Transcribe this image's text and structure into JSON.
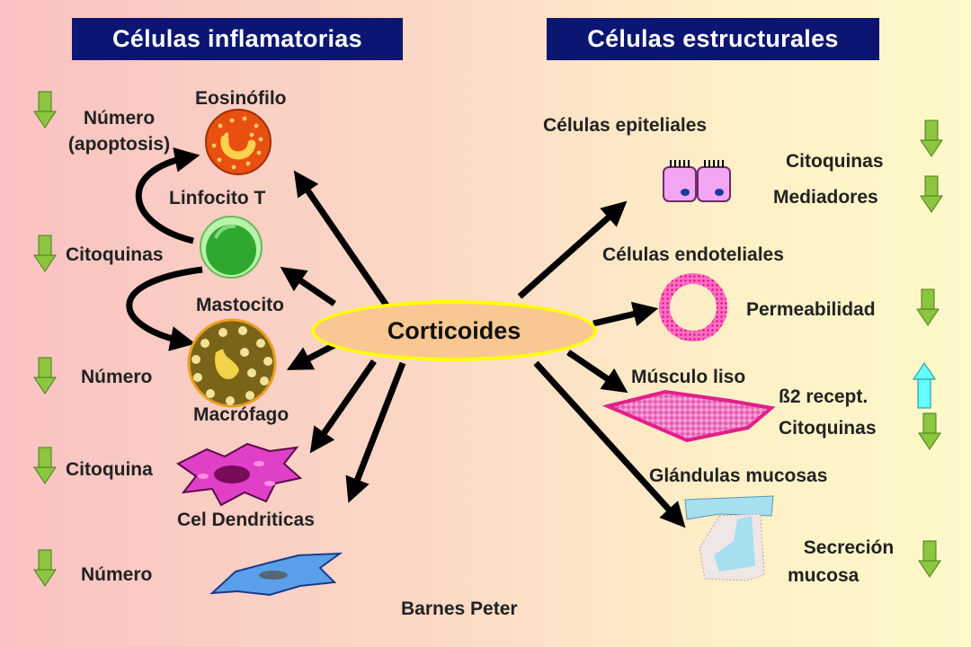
{
  "headers": {
    "left": "Células inflamatorias",
    "right": "Células estructurales"
  },
  "center_label": "Corticoides",
  "left_cells": {
    "eosinophil": "Eosinófilo",
    "lymphocyte": "Linfocito T",
    "mast_cell": "Mastocito",
    "macrophage": "Macrófago",
    "dendritic": "Cel Dendriticas"
  },
  "left_effects": {
    "e1_line1": "Número",
    "e1_line2": "(apoptosis)",
    "e2": "Citoquinas",
    "e3": "Número",
    "e4": "Citoquina",
    "e5": "Número"
  },
  "right_cells": {
    "epithelial": "Células epiteliales",
    "endothelial": "Células endoteliales",
    "smooth_muscle": "Músculo liso",
    "glands": "Glándulas mucosas"
  },
  "right_effects": {
    "citoquinas_1": "Citoquinas",
    "mediadores": "Mediadores",
    "permeabilidad": "Permeabilidad",
    "b2": "ß2 recept.",
    "citoquinas_2": "Citoquinas",
    "secrecion_line1": "Secreción",
    "secrecion_line2": "mucosa"
  },
  "credit": "Barnes Peter",
  "colors": {
    "header_bg": "#0c1672",
    "down_arrow": "#8cc63f",
    "up_arrow": "#66ffff",
    "ellipse_fill": "#f9c791",
    "ellipse_border": "#ffff00"
  }
}
